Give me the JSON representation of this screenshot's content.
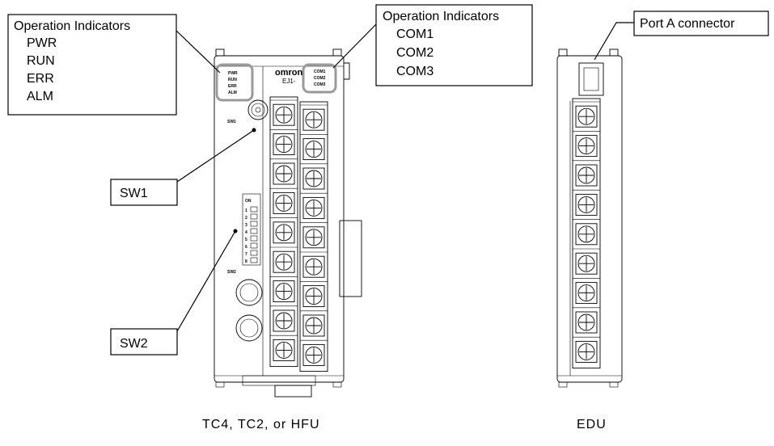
{
  "callouts": {
    "op_left": {
      "title": "Operation Indicators",
      "items": [
        "PWR",
        "RUN",
        "ERR",
        "ALM"
      ]
    },
    "op_right": {
      "title": "Operation Indicators",
      "items": [
        "COM1",
        "COM2",
        "COM3"
      ]
    },
    "sw1": "SW1",
    "sw2": "SW2",
    "port_a": "Port  A  connector"
  },
  "unit_left": {
    "brand": "omron",
    "model": "EJ1-",
    "leds": [
      "PWR",
      "RUN",
      "ERR",
      "ALM"
    ],
    "com_leds": [
      "COM1",
      "COM2",
      "COM3"
    ],
    "sw1_label": "SW1",
    "sw2_label": "SW2",
    "dip_on_label": "ON",
    "dip_numbers": [
      "1",
      "2",
      "3",
      "4",
      "5",
      "6",
      "7",
      "8"
    ]
  },
  "captions": {
    "left": "TC4,  TC2,  or  HFU",
    "right": "EDU"
  },
  "colors": {
    "highlight": "#9a9a9a",
    "line": "#000000",
    "background": "#ffffff"
  }
}
